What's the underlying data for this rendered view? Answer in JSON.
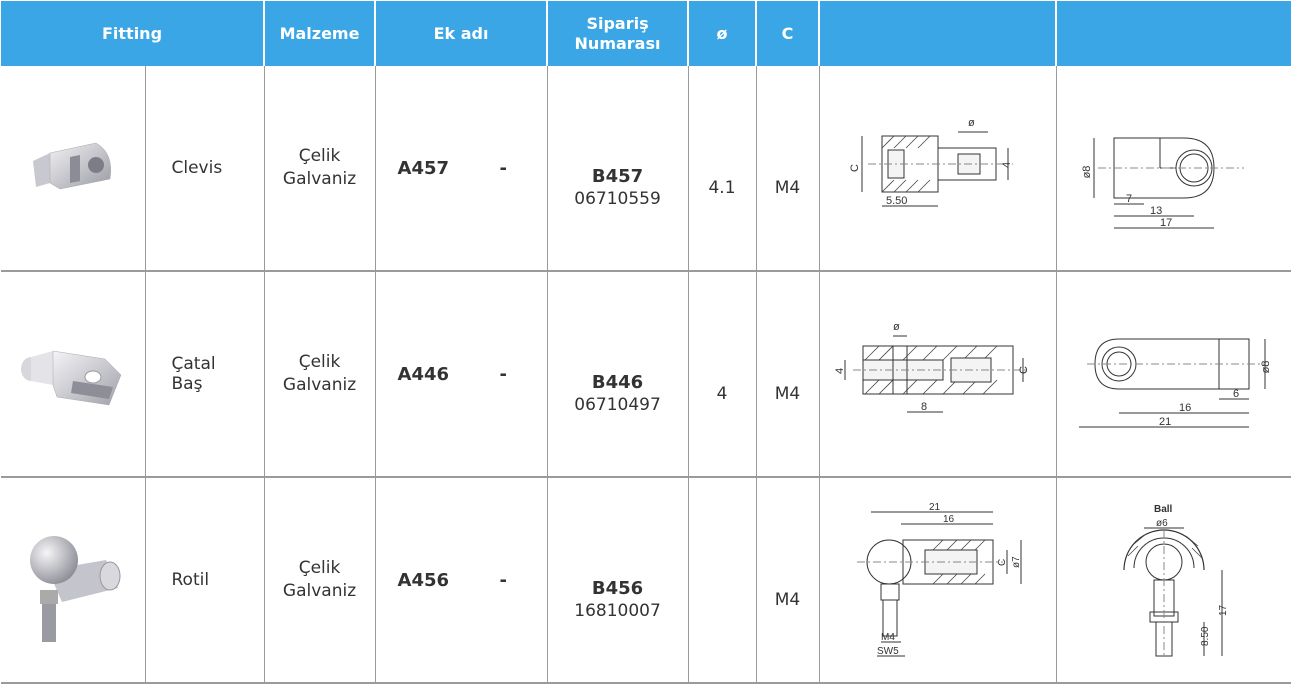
{
  "header": {
    "fitting": "Fitting",
    "malzeme": "Malzeme",
    "ek_adi": "Ek adı",
    "siparis_line1": "Sipariş",
    "siparis_line2": "Numarası",
    "diameter": "ø",
    "c": "C",
    "blank1": "",
    "blank2": ""
  },
  "rows": [
    {
      "name_line1": "Clevis",
      "name_line2": "",
      "material_line1": "Çelik",
      "material_line2": "Galvaniz",
      "ek_code": "A457",
      "ek_dash": "-",
      "order_bold": "B457",
      "order_number": "06710559",
      "diameter": "4.1",
      "c": "M4",
      "drawing1": {
        "phi": "ø",
        "c": "C",
        "four": "4",
        "len": "5.50"
      },
      "drawing2": {
        "phi8": "ø8",
        "d7": "7",
        "d13": "13",
        "d17": "17"
      }
    },
    {
      "name_line1": "Çatal",
      "name_line2": "Baş",
      "material_line1": "Çelik",
      "material_line2": "Galvaniz",
      "ek_code": "A446",
      "ek_dash": "-",
      "order_bold": "B446",
      "order_number": "06710497",
      "diameter": "4",
      "c": "M4",
      "drawing1": {
        "phi": "ø",
        "c": "C",
        "four": "4",
        "len": "8"
      },
      "drawing2": {
        "phi8": "ø8",
        "d6": "6",
        "d16": "16",
        "d21": "21"
      }
    },
    {
      "name_line1": "Rotil",
      "name_line2": "",
      "material_line1": "Çelik",
      "material_line2": "Galvaniz",
      "ek_code": "A456",
      "ek_dash": "-",
      "order_bold": "B456",
      "order_number": "16810007",
      "diameter": "",
      "c": "M4",
      "drawing1": {
        "d21": "21",
        "d16": "16",
        "c": "C",
        "phi7": "ø7",
        "m4": "M4",
        "sw5": "SW5"
      },
      "drawing2": {
        "ball": "Ball",
        "phi6": "ø6",
        "d17": "17",
        "d850": "8.50"
      }
    }
  ]
}
